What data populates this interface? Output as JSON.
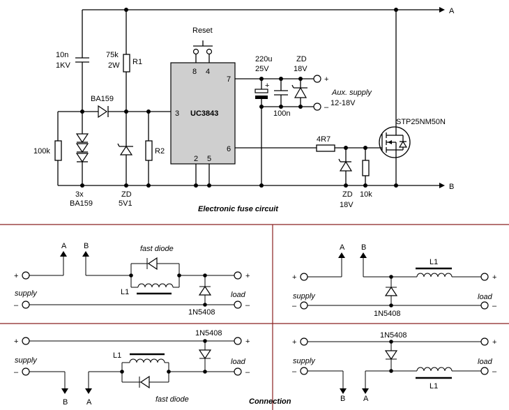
{
  "circuit": {
    "title": "Electronic fuse circuit",
    "ic_name": "UC3843",
    "reset_label": "Reset",
    "cap_10n_value": "10n",
    "cap_10n_voltage": "1KV",
    "r1_value": "75k",
    "r1_power": "2W",
    "r1_name": "R1",
    "r2_name": "R2",
    "r_100k": "100k",
    "diode_ba159": "BA159",
    "diodes_3x_count": "3x",
    "diodes_3x_type": "BA159",
    "zd_5v1_name": "ZD",
    "zd_5v1_value": "5V1",
    "cap_220u_value": "220u",
    "cap_220u_voltage": "25V",
    "zd_18v_top_name": "ZD",
    "zd_18v_top_value": "18V",
    "cap_100n": "100n",
    "aux_supply_label": "Aux. supply",
    "aux_supply_range": "12-18V",
    "plus_sign": "+",
    "minus_sign": "–",
    "gate_resistor": "4R7",
    "zd_18v_gate_name": "ZD",
    "zd_18v_gate_value": "18V",
    "r_10k": "10k",
    "mosfet_name": "STP25NM50N",
    "terminal_a": "A",
    "terminal_b": "B",
    "pins": {
      "p8": "8",
      "p4": "4",
      "p3": "3",
      "p7": "7",
      "p6": "6",
      "p2": "2",
      "p5": "5"
    }
  },
  "connection": {
    "title": "Connection",
    "supply_label": "supply",
    "load_label": "load",
    "fast_diode_label": "fast diode",
    "inductor_label": "L1",
    "diode_1n5408": "1N5408",
    "plus_sign": "+",
    "minus_sign": "–",
    "terminal_a": "A",
    "terminal_b": "B"
  }
}
